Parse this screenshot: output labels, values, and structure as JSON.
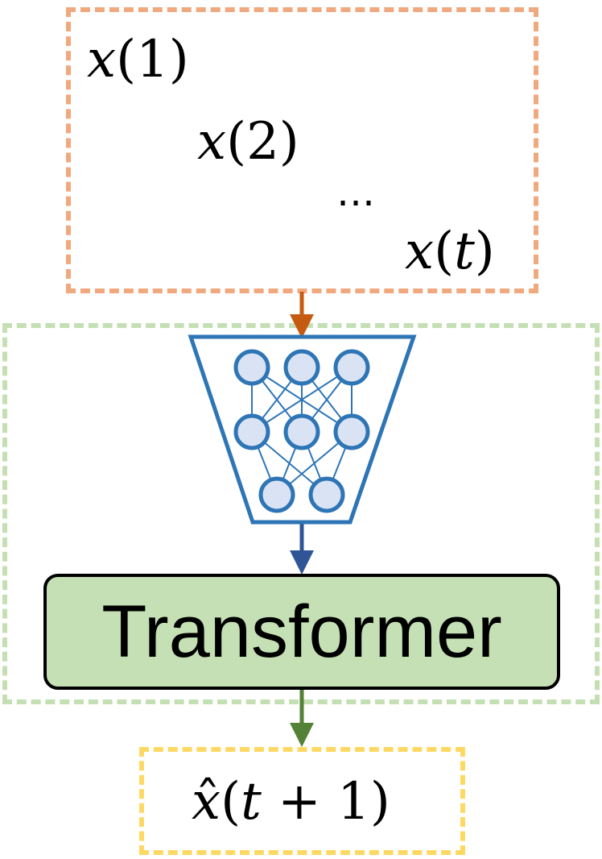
{
  "input_sequence": {
    "item_1": "x(1)",
    "item_2": "x(2)",
    "ellipsis": "…",
    "item_t": "x(t)"
  },
  "encoder": {
    "layers": [
      3,
      3,
      2
    ]
  },
  "transformer": {
    "label": "Transformer"
  },
  "prediction": {
    "label": "x̂(t + 1)"
  },
  "colors": {
    "input_border": "#f0a97f",
    "model_border": "#c5dfb4",
    "output_border": "#fdd964",
    "encoder_stroke": "#2e75b6",
    "neuron_fill": "#dae3f3",
    "transformer_fill": "#c5e0b4",
    "arrow_input": "#c55a11",
    "arrow_encoder": "#2f5597",
    "arrow_output": "#538135"
  }
}
